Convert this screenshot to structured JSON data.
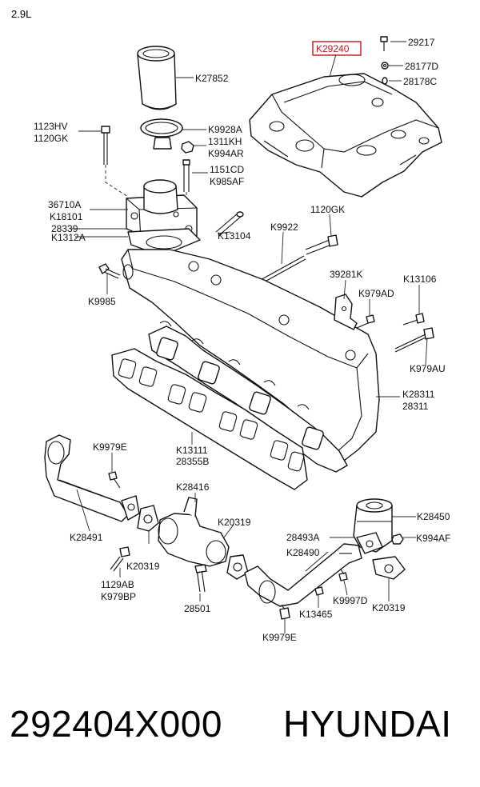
{
  "header": {
    "engine": "2.9L"
  },
  "highlight": {
    "color": "#c4161c",
    "code": "K29240"
  },
  "labels": {
    "k29240": "K29240",
    "n29217": "29217",
    "n28177d": "28177D",
    "n28178c": "28178C",
    "k27852": "K27852",
    "n1123hv": "1123HV",
    "n1120gk_a": "1120GK",
    "k9928a": "K9928A",
    "n1311kh": "1311KH",
    "k994ar": "K994AR",
    "n1151cd": "1151CD",
    "k985af": "K985AF",
    "n36710a": "36710A",
    "k18101": "K18101",
    "n28339": "28339",
    "k1312a": "K1312A",
    "k13104": "K13104",
    "k9922": "K9922",
    "n1120gk_b": "1120GK",
    "n39281k": "39281K",
    "k979ad": "K979AD",
    "k13106": "K13106",
    "k9985": "K9985",
    "k979au": "K979AU",
    "k28311": "K28311",
    "n28311": "28311",
    "k9979e_a": "K9979E",
    "k13111": "K13111",
    "n28355b": "28355B",
    "k28416": "K28416",
    "k28450": "K28450",
    "k20319_a": "K20319",
    "n28493a": "28493A",
    "k994af": "K994AF",
    "k28491": "K28491",
    "k28490": "K28490",
    "k20319_b": "K20319",
    "n1129ab": "1129AB",
    "k979bp": "K979BP",
    "n28501": "28501",
    "k9997d": "K9997D",
    "k13465": "K13465",
    "k20319_c": "K20319",
    "k9979e_b": "K9979E"
  },
  "footer": {
    "part_number": "292404X000",
    "brand": "HYUNDAI"
  }
}
